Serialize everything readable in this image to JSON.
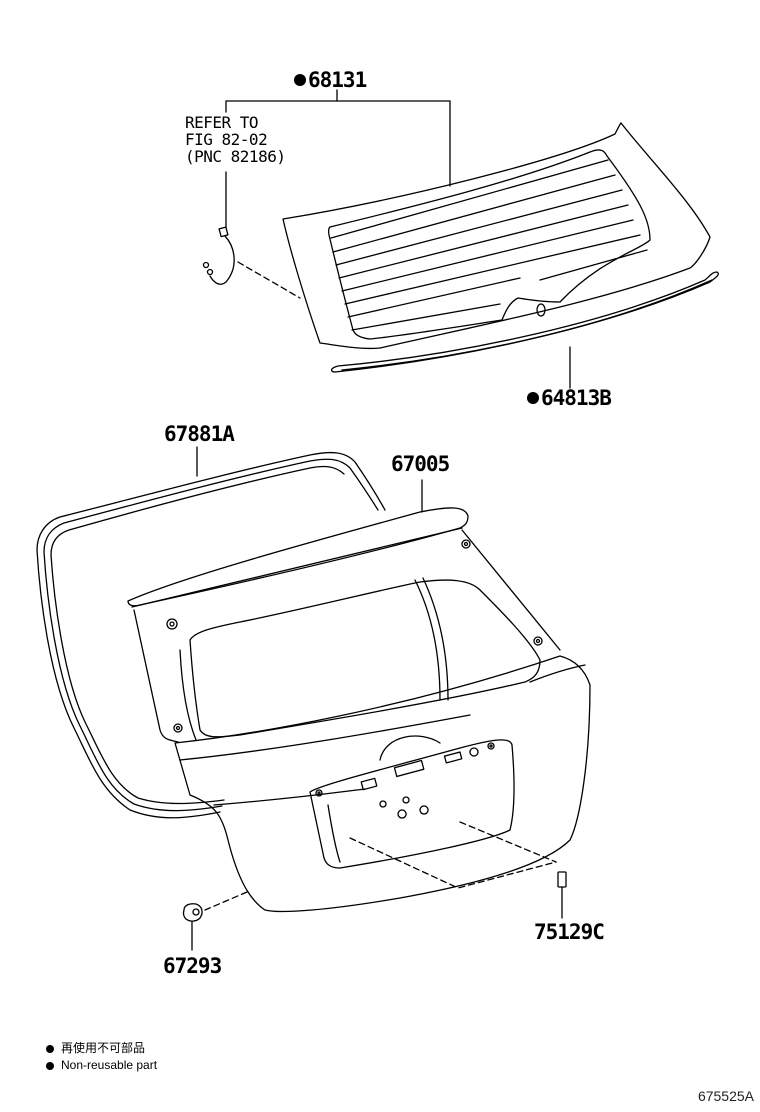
{
  "diagram": {
    "type": "exploded-parts-diagram",
    "subject": "Back door (hatch) assembly",
    "figure_number": "675525A",
    "callouts": [
      {
        "id": "c68131",
        "part_number": "68131",
        "non_reusable": true,
        "description_ref": "back window glass"
      },
      {
        "id": "c64813B",
        "part_number": "64813B",
        "non_reusable": true,
        "description_ref": "window glass lower molding"
      },
      {
        "id": "c67881A",
        "part_number": "67881A",
        "non_reusable": false,
        "description_ref": "door weatherstrip"
      },
      {
        "id": "c67005",
        "part_number": "67005",
        "non_reusable": false,
        "description_ref": "back door panel"
      },
      {
        "id": "c67293",
        "part_number": "67293",
        "non_reusable": false,
        "description_ref": "cushion/stopper"
      },
      {
        "id": "c75129C",
        "part_number": "75129C",
        "non_reusable": false,
        "description_ref": "clip"
      }
    ],
    "reference_note": {
      "line1": "REFER TO",
      "line2": "FIG 82-02",
      "line3": "(PNC 82186)"
    },
    "legend": [
      {
        "symbol": "filled-dot",
        "text": "再使用不可部品"
      },
      {
        "symbol": "filled-dot",
        "text": "Non-reusable part"
      }
    ]
  },
  "labels": {
    "p68131": "68131",
    "p64813B": "64813B",
    "p67881A": "67881A",
    "p67005": "67005",
    "p67293": "67293",
    "p75129C": "75129C",
    "ref1": "REFER TO",
    "ref2": "FIG 82-02",
    "ref3": "(PNC 82186)",
    "legend_jp": "再使用不可部品",
    "legend_en": "Non-reusable part",
    "fig": "675525A"
  }
}
